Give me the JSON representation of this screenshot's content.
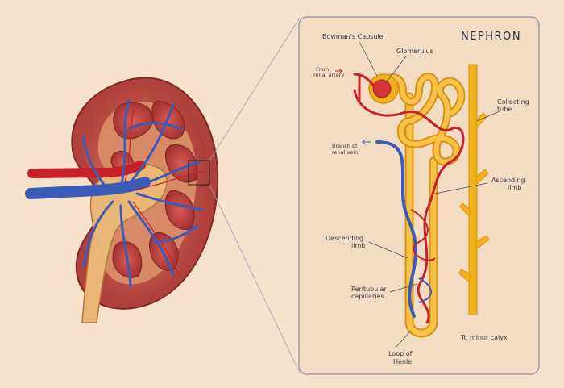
{
  "title": "NEPHRON",
  "labels": {
    "bowmans_capsule": "Bowman's Capsule",
    "glomerulus": "Glomerulus",
    "from_renal_artery_1": "From",
    "from_renal_artery_2": "renal artery",
    "branch_renal_vein_1": "Branch of",
    "branch_renal_vein_2": "renal vein",
    "collecting_tube_1": "Collecting",
    "collecting_tube_2": "tube",
    "ascending_limb_1": "Ascending",
    "ascending_limb_2": "limb",
    "descending_limb_1": "Descending",
    "descending_limb_2": "limb",
    "peritubular_1": "Peritubular",
    "peritubular_2": "capillaries",
    "to_minor_calyx": "To minor calyx",
    "loop_of_henle_1": "Loop of",
    "loop_of_henle_2": "Henle"
  },
  "colors": {
    "background": "#f6e2cb",
    "panel": "#f3dcc2",
    "panel_border": "#8a8fa6",
    "artery": "#c8202a",
    "vein": "#3a5bb8",
    "tubule": "#f2b21c",
    "cortex": "#b8443f",
    "medulla": "#d98f6a",
    "pelvis": "#e9b574"
  },
  "icons": [
    "kidney-cross-section-icon",
    "nephron-icon",
    "magnifier-box-icon"
  ]
}
